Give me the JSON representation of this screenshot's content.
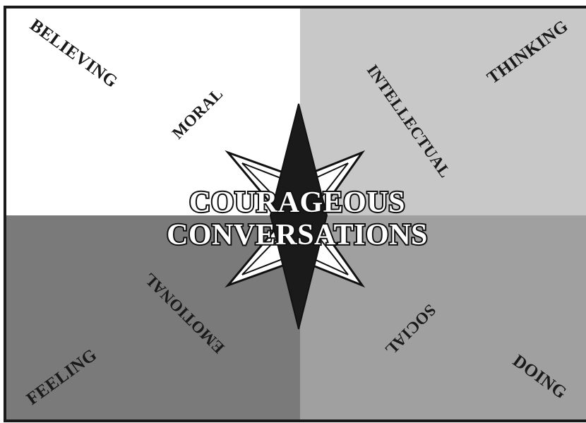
{
  "diagram": {
    "title_line1": "COURAGEOUS",
    "title_line2": "CONVERSATIONS",
    "quadrants": {
      "top_left": {
        "outer": "BELIEVING",
        "inner": "MORAL",
        "color": "#ffffff"
      },
      "top_right": {
        "outer": "THINKING",
        "inner": "INTELLECTUAL",
        "color": "#c8c8c8"
      },
      "bottom_left": {
        "outer": "FEELING",
        "inner": "EMOTIONAL",
        "color": "#7a7a7a"
      },
      "bottom_right": {
        "outer": "DOING",
        "inner": "SOCIAL",
        "color": "#a0a0a0"
      }
    },
    "star_color": "#1a1a1a",
    "border_color": "#1a1a1a"
  }
}
